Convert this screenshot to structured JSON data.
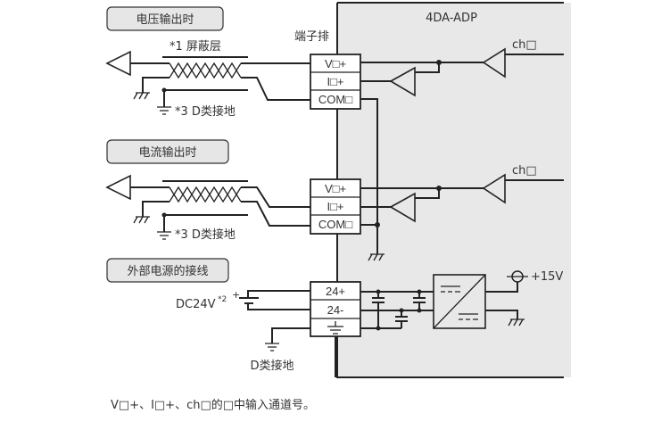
{
  "module": {
    "name": "4DA-ADP",
    "body_color": "#e8e8e8"
  },
  "terminal_block_label": "端子排",
  "sections": [
    {
      "title": "电压输出时",
      "shield_label": "*1 屏蔽层",
      "ground_label": "*3 D类接地",
      "terminals": [
        "V□+",
        "I□+",
        "COM□"
      ],
      "channel_label": "ch□"
    },
    {
      "title": "电流输出时",
      "ground_label": "*3 D类接地",
      "terminals": [
        "V□+",
        "I□+",
        "COM□"
      ],
      "channel_label": "ch□"
    },
    {
      "title": "外部电源的接线",
      "supply_label": "DC24V",
      "supply_note": "*2",
      "supply_plus": "+",
      "terminals": [
        "24+",
        "24-",
        ""
      ],
      "ground_label": "D类接地",
      "output_label": "+15V"
    }
  ],
  "footnote": "V□+、I□+、ch□的□中输入通道号。"
}
